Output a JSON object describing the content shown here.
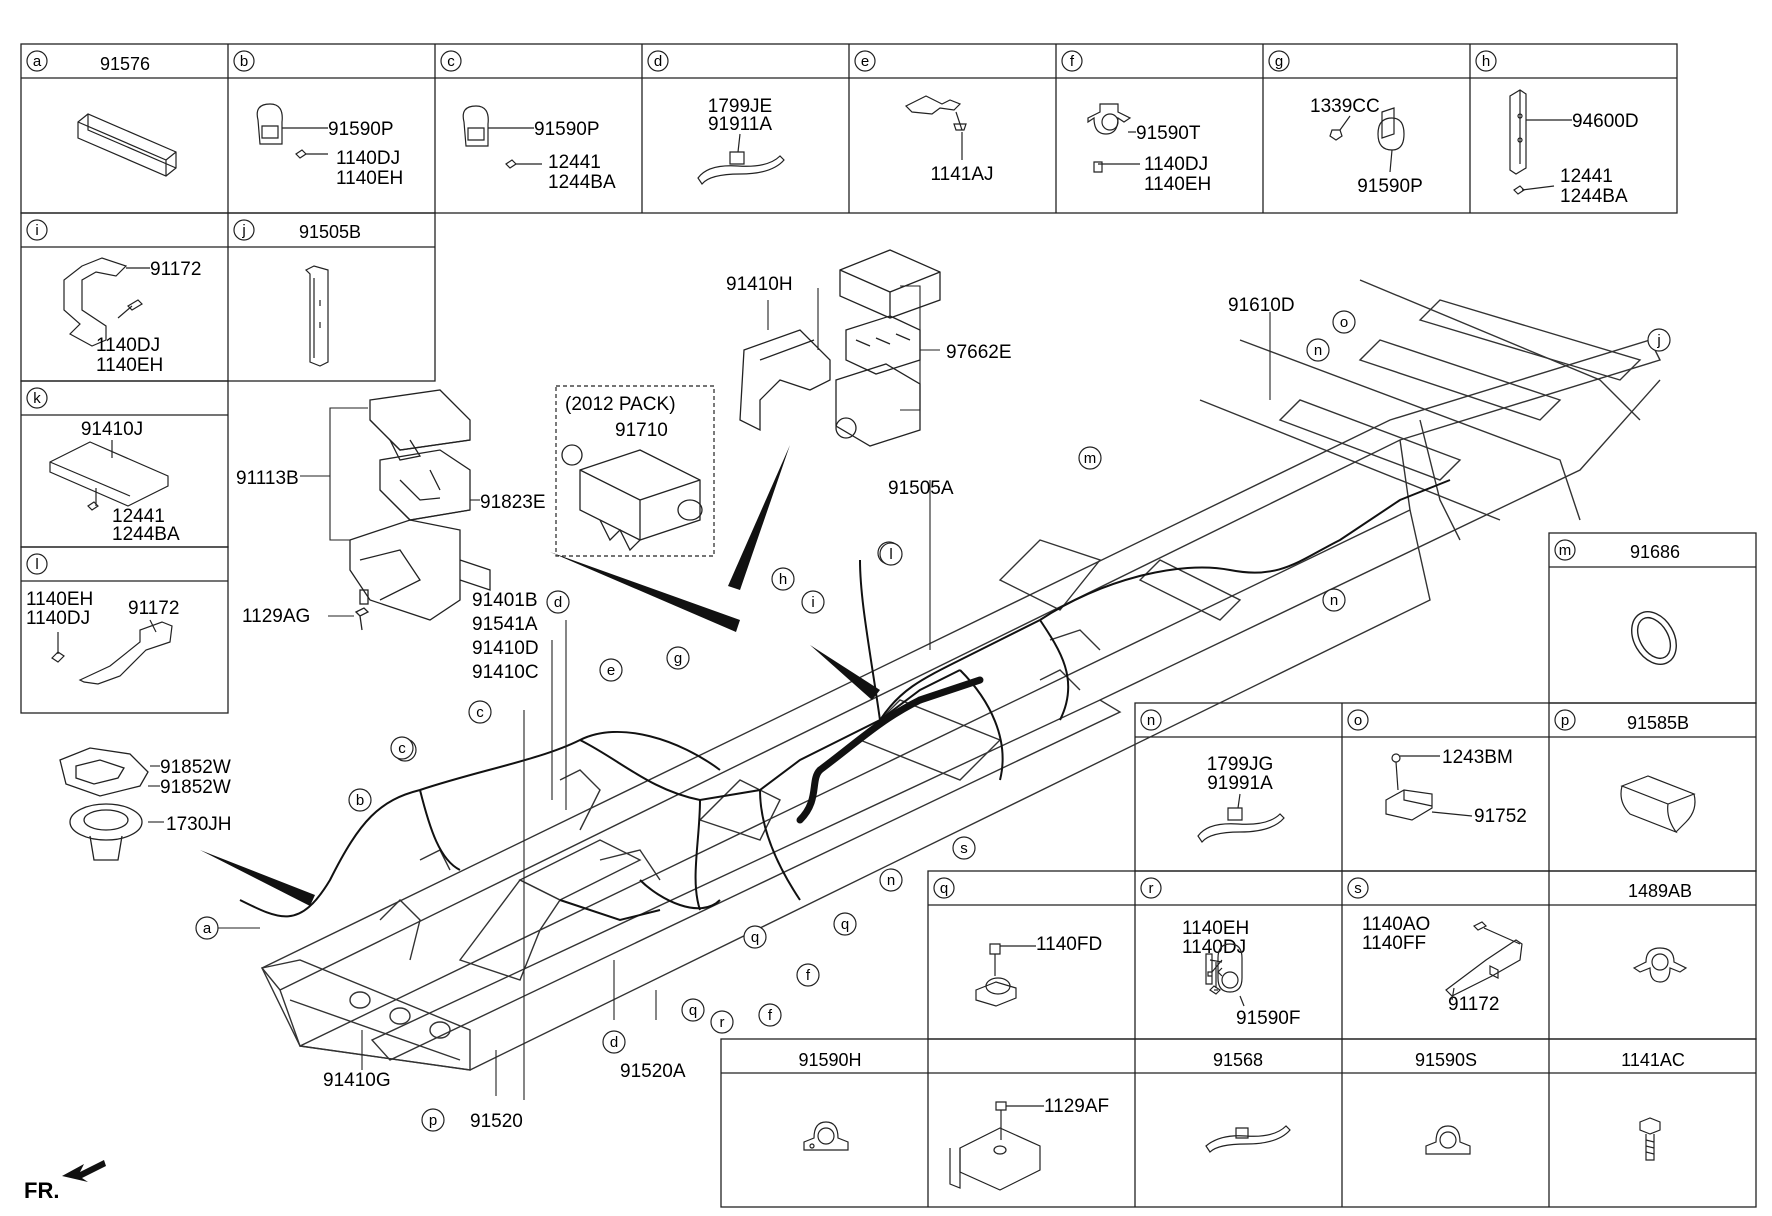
{
  "table_top": [
    {
      "letter": "a",
      "header": "91576",
      "labels": []
    },
    {
      "letter": "b",
      "header": "",
      "labels": [
        "91590P",
        "1140DJ",
        "1140EH"
      ]
    },
    {
      "letter": "c",
      "header": "",
      "labels": [
        "91590P",
        "12441",
        "1244BA"
      ]
    },
    {
      "letter": "d",
      "header": "",
      "labels": [
        "1799JE",
        "91911A"
      ]
    },
    {
      "letter": "e",
      "header": "",
      "labels": [
        "1141AJ"
      ]
    },
    {
      "letter": "f",
      "header": "",
      "labels": [
        "91590T",
        "1140DJ",
        "1140EH"
      ]
    },
    {
      "letter": "g",
      "header": "",
      "labels": [
        "1339CC",
        "91590P"
      ]
    },
    {
      "letter": "h",
      "header": "",
      "labels": [
        "94600D",
        "12441",
        "1244BA"
      ]
    }
  ],
  "table_left": [
    {
      "letter": "i",
      "header": "",
      "labels": [
        "91172",
        "1140DJ",
        "1140EH"
      ]
    },
    {
      "letter": "j",
      "header": "91505B",
      "labels": []
    },
    {
      "letter": "k",
      "header": "",
      "labels": [
        "91410J",
        "12441",
        "1244BA"
      ]
    },
    {
      "letter": "l",
      "header": "",
      "labels": [
        "1140EH",
        "1140DJ",
        "91172"
      ]
    }
  ],
  "table_right": [
    {
      "letter": "m",
      "header": "91686",
      "labels": []
    },
    {
      "letter": "n",
      "header": "",
      "labels": [
        "1799JG",
        "91991A"
      ]
    },
    {
      "letter": "o",
      "header": "",
      "labels": [
        "1243BM",
        "91752"
      ]
    },
    {
      "letter": "p",
      "header": "91585B",
      "labels": []
    },
    {
      "letter": "q",
      "header": "",
      "labels": [
        "1140FD"
      ]
    },
    {
      "letter": "r",
      "header": "",
      "labels": [
        "1140EH",
        "1140DJ",
        "91590F"
      ]
    },
    {
      "letter": "s",
      "header": "",
      "labels": [
        "1140AO",
        "1140FF",
        "91172"
      ]
    },
    {
      "letter": "",
      "header": "1489AB",
      "labels": []
    },
    {
      "letter": "",
      "header": "91590H",
      "labels": []
    },
    {
      "letter": "",
      "header": "",
      "labels": [
        "1129AF"
      ]
    },
    {
      "letter": "",
      "header": "91568",
      "labels": []
    },
    {
      "letter": "",
      "header": "91590S",
      "labels": []
    },
    {
      "letter": "",
      "header": "1141AC",
      "labels": []
    }
  ],
  "main": {
    "pack_label": "(2012 PACK)",
    "labels": {
      "l91410H": "91410H",
      "l97662E": "97662E",
      "l91610D": "91610D",
      "l91710": "91710",
      "l91113B": "91113B",
      "l91823E": "91823E",
      "l1129AG": "1129AG",
      "l91505A": "91505A",
      "l91401B": "91401B",
      "l91541A": "91541A",
      "l91410D": "91410D",
      "l91410C": "91410C",
      "l91852W1": "91852W",
      "l91852W2": "91852W",
      "l1730JH": "1730JH",
      "l91410G": "91410G",
      "l91520": "91520",
      "l91520A": "91520A",
      "fr": "FR."
    },
    "callouts": [
      "a",
      "b",
      "c",
      "c",
      "c",
      "d",
      "d",
      "e",
      "g",
      "h",
      "i",
      "k",
      "l",
      "m",
      "n",
      "n",
      "n",
      "o",
      "j",
      "s",
      "q",
      "q",
      "q",
      "r",
      "f",
      "f",
      "p"
    ]
  }
}
